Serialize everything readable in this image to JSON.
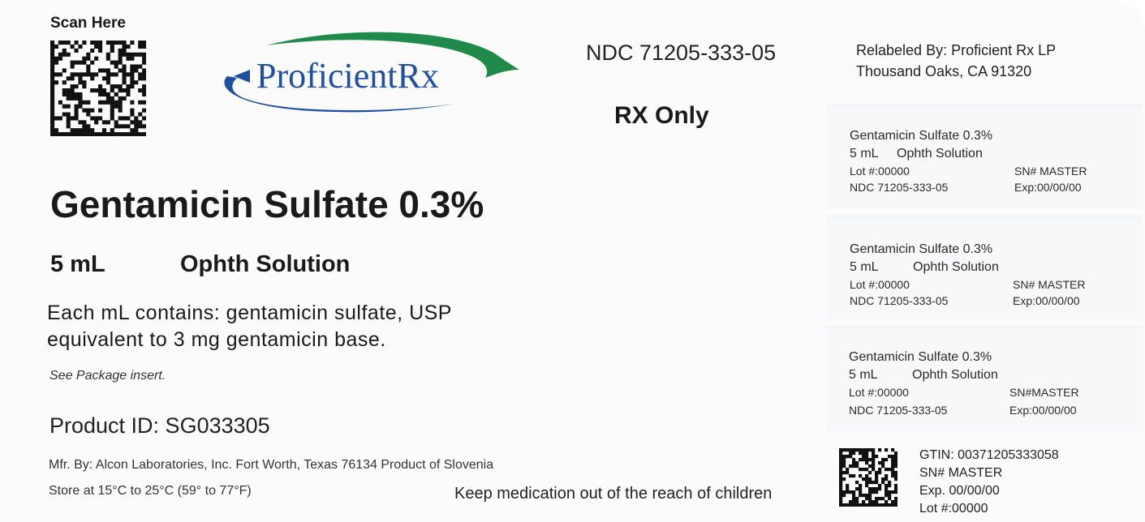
{
  "scan_here": "Scan Here",
  "logo_text": "ProficientRx",
  "ndc": "NDC 71205-333-05",
  "rx_only": "RX Only",
  "relabeled_line1": "Relabeled By: Proficient Rx LP",
  "relabeled_line2": "Thousand Oaks, CA 91320",
  "product_name": "Gentamicin Sulfate 0.3%",
  "quantity": "5 mL",
  "form": "Ophth Solution",
  "contains_line1": "Each mL contains: gentamicin sulfate, USP",
  "contains_line2": "equivalent to 3 mg gentamicin base.",
  "see_insert": "See Package insert.",
  "product_id": "Product ID: SG033305",
  "manufacturer": "Mfr. By: Alcon Laboratories, Inc. Fort Worth, Texas 76134  Product of Slovenia",
  "storage": "Store at 15°C to 25°C (59° to 77°F)",
  "keep_away": "Keep medication out of the reach of children",
  "mini_labels": [
    {
      "name": "Gentamicin Sulfate 0.3%",
      "qty": "5 mL",
      "form": "Ophth Solution",
      "lot": "Lot #:00000",
      "sn": "SN# MASTER",
      "ndc": "NDC 71205-333-05",
      "exp": "Exp:00/00/00"
    },
    {
      "name": "Gentamicin Sulfate 0.3%",
      "qty": "5 mL",
      "form": "Ophth Solution",
      "lot": "Lot #:00000",
      "sn": "SN# MASTER",
      "ndc": "NDC 71205-333-05",
      "exp": "Exp:00/00/00"
    },
    {
      "name": "Gentamicin Sulfate 0.3%",
      "qty": "5 mL",
      "form": "Ophth Solution",
      "lot": "Lot #:00000",
      "sn": "SN#MASTER",
      "ndc": "NDC 71205-333-05",
      "exp": "Exp:00/00/00"
    }
  ],
  "gtin": "GTIN: 00371205333058",
  "sn_master": "SN# MASTER",
  "exp": "Exp.  00/00/00",
  "lot": "Lot #:00000",
  "colors": {
    "logo_blue": "#1f4fa3",
    "logo_green": "#1f8a4a",
    "text": "#1a1a1a"
  }
}
